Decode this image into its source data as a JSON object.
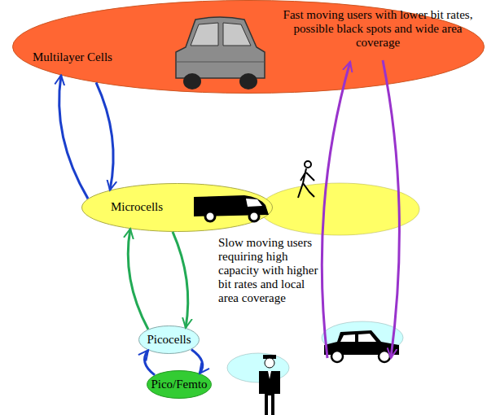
{
  "diagram": {
    "nodes": [
      {
        "text": [
          "Multilayer Cells",
          "Fast moving users with lower bit rates, possible black spots and wide area coverage"
        ]
      },
      {
        "text": [
          "Microcells"
        ]
      },
      {
        "text": [
          "Picocells"
        ]
      },
      {
        "text": [
          "Pico/Femto"
        ]
      }
    ],
    "edges": [
      {
        "from": 1,
        "to": 0,
        "arrow": "to"
      },
      {
        "from": 0,
        "to": 1,
        "arrow": "to"
      },
      {
        "from": 2,
        "to": 1,
        "arrow": "to"
      },
      {
        "from": 1,
        "to": 2,
        "arrow": "to"
      },
      {
        "from": 3,
        "to": 2,
        "arrow": "to"
      },
      {
        "from": 2,
        "to": 3,
        "arrow": "to"
      }
    ],
    "labels": [
      "Slow moving users requiring high capacity with higher bit rates and local area coverage"
    ]
  }
}
